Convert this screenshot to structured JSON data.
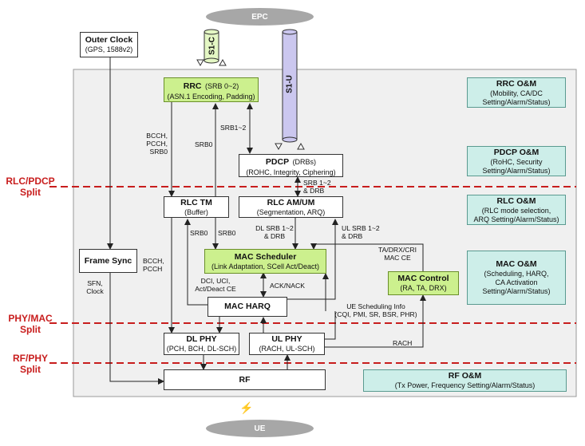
{
  "epc": "EPC",
  "ue": "UE",
  "s1c": "S1-C",
  "s1u": "S1-U",
  "outer_clock": {
    "title": "Outer Clock",
    "sub": "(GPS, 1588v2)"
  },
  "rrc": {
    "title": "RRC",
    "title_suffix": "(SRB 0~2)",
    "sub": "(ASN.1 Encoding, Padding)"
  },
  "pdcp": {
    "title": "PDCP",
    "title_suffix": "(DRBs)",
    "sub": "(ROHC, Integrity, Ciphering)"
  },
  "rlc_tm": {
    "title": "RLC TM",
    "sub": "(Buffer)"
  },
  "rlc_amum": {
    "title": "RLC AM/UM",
    "sub": "(Segmentation, ARQ)"
  },
  "frame_sync": {
    "title": "Frame Sync"
  },
  "mac_scheduler": {
    "title": "MAC Scheduler",
    "sub": "(Link Adaptation, SCell Act/Deact)"
  },
  "mac_control": {
    "title": "MAC Control",
    "sub": "(RA, TA, DRX)"
  },
  "mac_harq": {
    "title": "MAC HARQ"
  },
  "dl_phy": {
    "title": "DL PHY",
    "sub": "(PCH, BCH, DL-SCH)"
  },
  "ul_phy": {
    "title": "UL PHY",
    "sub": "(RACH, UL-SCH)"
  },
  "rf": {
    "title": "RF"
  },
  "om": {
    "rrc": {
      "title": "RRC O&M",
      "line1": "(Mobility, CA/DC",
      "line2": "Setting/Alarm/Status)"
    },
    "pdcp": {
      "title": "PDCP O&M",
      "line1": "(RoHC, Security",
      "line2": "Setting/Alarm/Status)"
    },
    "rlc": {
      "title": "RLC O&M",
      "line1": "(RLC mode selection,",
      "line2": "ARQ Setting/Alarm/Status)"
    },
    "mac": {
      "title": "MAC O&M",
      "line1": "(Scheduling, HARQ,",
      "line2": "CA Activation",
      "line3": "Setting/Alarm/Status)"
    },
    "rf": {
      "title": "RF O&M",
      "line1": "(Tx Power, Frequency Setting/Alarm/Status)"
    }
  },
  "splits": {
    "rlc_pdcp": {
      "line1": "RLC/PDCP",
      "line2": "Split"
    },
    "phy_mac": {
      "line1": "PHY/MAC",
      "line2": "Split"
    },
    "rf_phy": {
      "line1": "RF/PHY",
      "line2": "Split"
    }
  },
  "labels": {
    "bcch_pcch_srb0": {
      "l1": "BCCH,",
      "l2": "PCCH,",
      "l3": "SRB0"
    },
    "srb0_a": "SRB0",
    "srb1_2": "SRB1~2",
    "srb_drb_top": {
      "l1": "SRB 1~2",
      "l2": "& DRB"
    },
    "srb0_b": "SRB0",
    "srb0_c": "SRB0",
    "dl_srb": {
      "l1": "DL SRB 1~2",
      "l2": "& DRB"
    },
    "ul_srb": {
      "l1": "UL SRB 1~2",
      "l2": "& DRB"
    },
    "ta_drx": {
      "l1": "TA/DRX/CRI",
      "l2": "MAC CE"
    },
    "bcch_pcch": {
      "l1": "BCCH,",
      "l2": "PCCH"
    },
    "sfn_clock": {
      "l1": "SFN,",
      "l2": "Clock"
    },
    "dci": {
      "l1": "DCI, UCI,",
      "l2": "Act/Deact CE"
    },
    "ack_nack": "ACK/NACK",
    "ue_sched": {
      "l1": "UE Scheduling Info",
      "l2": "(CQI, PMI, SR, BSR, PHR)"
    },
    "rach": "RACH"
  },
  "colors": {
    "green": "#ccf08e",
    "teal": "#cdeee9",
    "split": "#c81d1d",
    "container": "#f0f0f0",
    "s1u": "#cbc7ef"
  }
}
